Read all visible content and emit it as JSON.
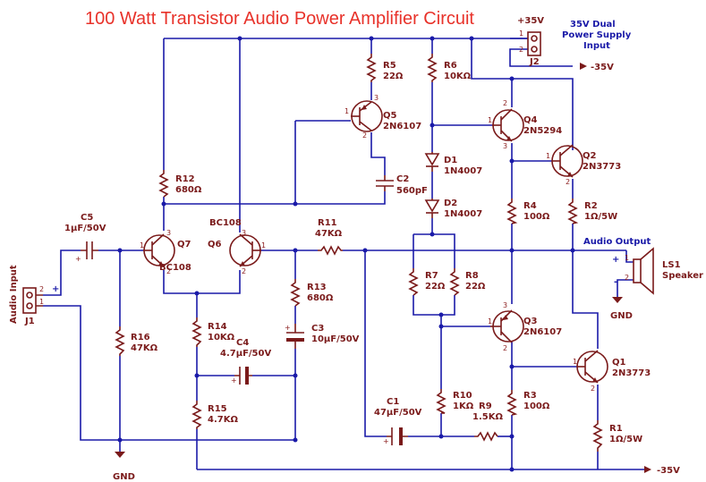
{
  "title": "100 Watt Transistor Audio Power Amplifier Circuit",
  "power": {
    "pos": "+35V",
    "neg_top": "-35V",
    "neg_bottom": "-35V",
    "gnd_left": "GND",
    "gnd_right": "GND"
  },
  "connectors": {
    "j1": {
      "ref": "J1",
      "label": "Audio Input",
      "pin1": "1",
      "pin2": "2",
      "plus": "+"
    },
    "j2": {
      "ref": "J2",
      "label_line1": "35V Dual",
      "label_line2": "Power Supply",
      "label_line3": "Input",
      "pin1": "1",
      "pin2": "2"
    },
    "ls1": {
      "ref": "LS1",
      "label": "Speaker",
      "pin1": "1",
      "pin2": "2",
      "plus": "+",
      "minus": "-"
    },
    "audio_output": "Audio Output"
  },
  "components": {
    "r1": {
      "ref": "R1",
      "value": "1Ω/5W"
    },
    "r2": {
      "ref": "R2",
      "value": "1Ω/5W"
    },
    "r3": {
      "ref": "R3",
      "value": "100Ω"
    },
    "r4": {
      "ref": "R4",
      "value": "100Ω"
    },
    "r5": {
      "ref": "R5",
      "value": "22Ω"
    },
    "r6": {
      "ref": "R6",
      "value": "10KΩ"
    },
    "r7": {
      "ref": "R7",
      "value": "22Ω"
    },
    "r8": {
      "ref": "R8",
      "value": "22Ω"
    },
    "r9": {
      "ref": "R9",
      "value": "1.5KΩ"
    },
    "r10": {
      "ref": "R10",
      "value": "1KΩ"
    },
    "r11": {
      "ref": "R11",
      "value": "47KΩ"
    },
    "r12": {
      "ref": "R12",
      "value": "680Ω"
    },
    "r13": {
      "ref": "R13",
      "value": "680Ω"
    },
    "r14": {
      "ref": "R14",
      "value": "10KΩ"
    },
    "r15": {
      "ref": "R15",
      "value": "4.7KΩ"
    },
    "r16": {
      "ref": "R16",
      "value": "47KΩ"
    },
    "c1": {
      "ref": "C1",
      "value": "47μF/50V"
    },
    "c2": {
      "ref": "C2",
      "value": "560pF"
    },
    "c3": {
      "ref": "C3",
      "value": "10μF/50V"
    },
    "c4": {
      "ref": "C4",
      "value": "4.7μF/50V"
    },
    "c5": {
      "ref": "C5",
      "value": "1μF/50V"
    },
    "d1": {
      "ref": "D1",
      "value": "1N4007"
    },
    "d2": {
      "ref": "D2",
      "value": "1N4007"
    },
    "q1": {
      "ref": "Q1",
      "value": "2N3773"
    },
    "q2": {
      "ref": "Q2",
      "value": "2N3773"
    },
    "q3": {
      "ref": "Q3",
      "value": "2N6107"
    },
    "q4": {
      "ref": "Q4",
      "value": "2N5294"
    },
    "q5": {
      "ref": "Q5",
      "value": "2N6107"
    },
    "q6": {
      "ref": "Q6",
      "value": "BC108"
    },
    "q7": {
      "ref": "Q7",
      "value": "BC108"
    }
  },
  "pins": {
    "one": "1",
    "two": "2",
    "three": "3",
    "plus": "+"
  }
}
